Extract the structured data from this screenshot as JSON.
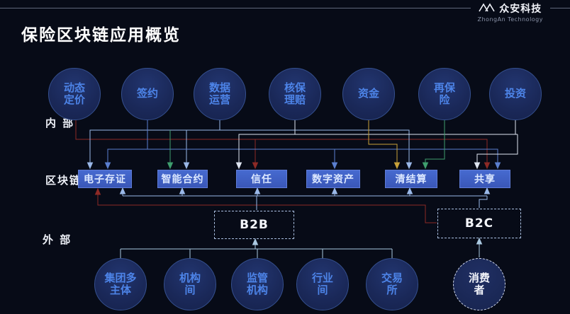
{
  "header": {
    "title": "保险区块链应用概览",
    "logo_name": "众安科技",
    "logo_subtitle": "ZhongAn Technology"
  },
  "rows": {
    "internal_label": "内 部",
    "blockchain_label": "区块链",
    "external_label": "外 部"
  },
  "internal_nodes": [
    "动态\n定价",
    "签约",
    "数据\n运营",
    "核保\n理赔",
    "资金",
    "再保\n险",
    "投资"
  ],
  "blockchain_capabilities": [
    "电子存证",
    "智能合约",
    "信任",
    "数字资产",
    "清结算",
    "共享"
  ],
  "channels": [
    "B2B",
    "B2C"
  ],
  "external_nodes": [
    "集团多\n主体",
    "机构\n间",
    "监管\n机构",
    "行业\n间",
    "交易\n所",
    "消费\n者"
  ],
  "colors": {
    "background": "#070b17",
    "circle_fill": "#1b2a5e",
    "circle_text": "#4d84e8",
    "capability_fill": "#3d5ec2",
    "line_red": "#8d2a26",
    "line_blue": "#5b7fd0",
    "line_lightblue": "#9ab8e8",
    "line_green": "#3f9e6e",
    "line_yellow": "#c9a23a",
    "line_white": "#dfe6f2",
    "line_cyan": "#aac8e0"
  }
}
